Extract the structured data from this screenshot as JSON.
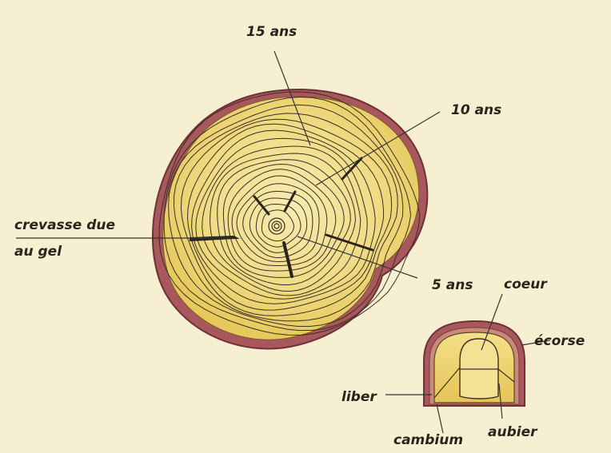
{
  "labels": {
    "years_15": "15 ans",
    "years_10": "10 ans",
    "years_5": "5 ans",
    "frost_crack_line1": "crevasse due",
    "frost_crack_line2": "au gel",
    "heart": "coeur",
    "bark": "écorse",
    "phloem": "liber",
    "sapwood": "aubier",
    "cambium": "cambium"
  },
  "colors": {
    "background": "#f7efd2",
    "wood_light": "#f6e8a2",
    "wood": "#ecd064",
    "bark": "#a8585c",
    "bark_dark": "#6e3236",
    "ring_line": "#3a2f22",
    "pointer": "#333333"
  }
}
